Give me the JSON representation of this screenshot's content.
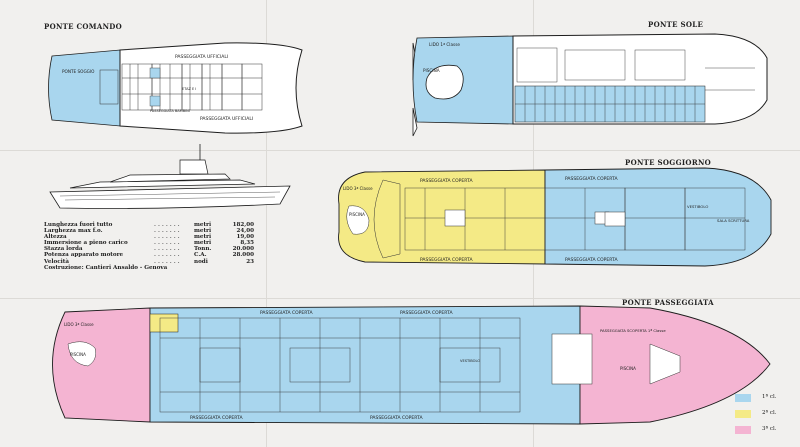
{
  "decks": {
    "comando": {
      "title": "PONTE COMANDO",
      "labels": [
        "PASSEGGIATA UFFICIALI",
        "PASSEGGIATA UFFICIALI",
        "PONTE SOGGIO",
        "PASSEGGIATA BAMBINI",
        "ETAZ E I"
      ]
    },
    "sole": {
      "title": "PONTE SOLE",
      "labels": [
        "LIDO 1ª Classe",
        "PISCINA"
      ]
    },
    "soggiorno": {
      "title": "PONTE SOGGIORNO",
      "labels": [
        "PASSEGGIATA COPERTA",
        "PASSEGGIATA COPERTA",
        "PASSEGGIATA COPERTA",
        "PASSEGGIATA COPERTA",
        "LIDO 3ª Classe",
        "PISCINA",
        "VESTIBOLO",
        "SALA SCRITTURA"
      ]
    },
    "passeggiata": {
      "title": "PONTE PASSEGGIATA",
      "labels": [
        "PASSEGGIATA COPERTA",
        "PASSEGGIATA COPERTA",
        "PASSEGGIATA COPERTA",
        "PASSEGGIATA COPERTA",
        "LIDO 3ª Classe",
        "PISCINA",
        "PASSEGGIATA SCOPERTA 1ª Classe",
        "PISCINA",
        "VESTIBOLO"
      ]
    }
  },
  "specs": [
    {
      "label": "Lunghezza fuori tutto",
      "unit": "metri",
      "value": "182,00"
    },
    {
      "label": "Larghezza max f.o.",
      "unit": "metri",
      "value": "24,00"
    },
    {
      "label": "Altezza",
      "unit": "metri",
      "value": "19,00"
    },
    {
      "label": "Immersione a pieno carico",
      "unit": "metri",
      "value": "8,35"
    },
    {
      "label": "Stazza lorda",
      "unit": "Tonn.",
      "value": "20.000"
    },
    {
      "label": "Potenza apparato motore",
      "unit": "C.A.",
      "value": "28.000"
    },
    {
      "label": "Velocità",
      "unit": "nodi",
      "value": "23"
    },
    {
      "label": "Costruzione: Cantieri Ansaldo - Genova",
      "unit": "",
      "value": ""
    }
  ],
  "legend": [
    {
      "label": "1ª cl.",
      "color": "#a9d6ee"
    },
    {
      "label": "2ª cl.",
      "color": "#f4ea86"
    },
    {
      "label": "3ª cl.",
      "color": "#f4b4d2"
    }
  ],
  "colors": {
    "first": "#a9d6ee",
    "second": "#f4ea86",
    "third": "#f4b4d2",
    "ink": "#1d1d1d"
  }
}
